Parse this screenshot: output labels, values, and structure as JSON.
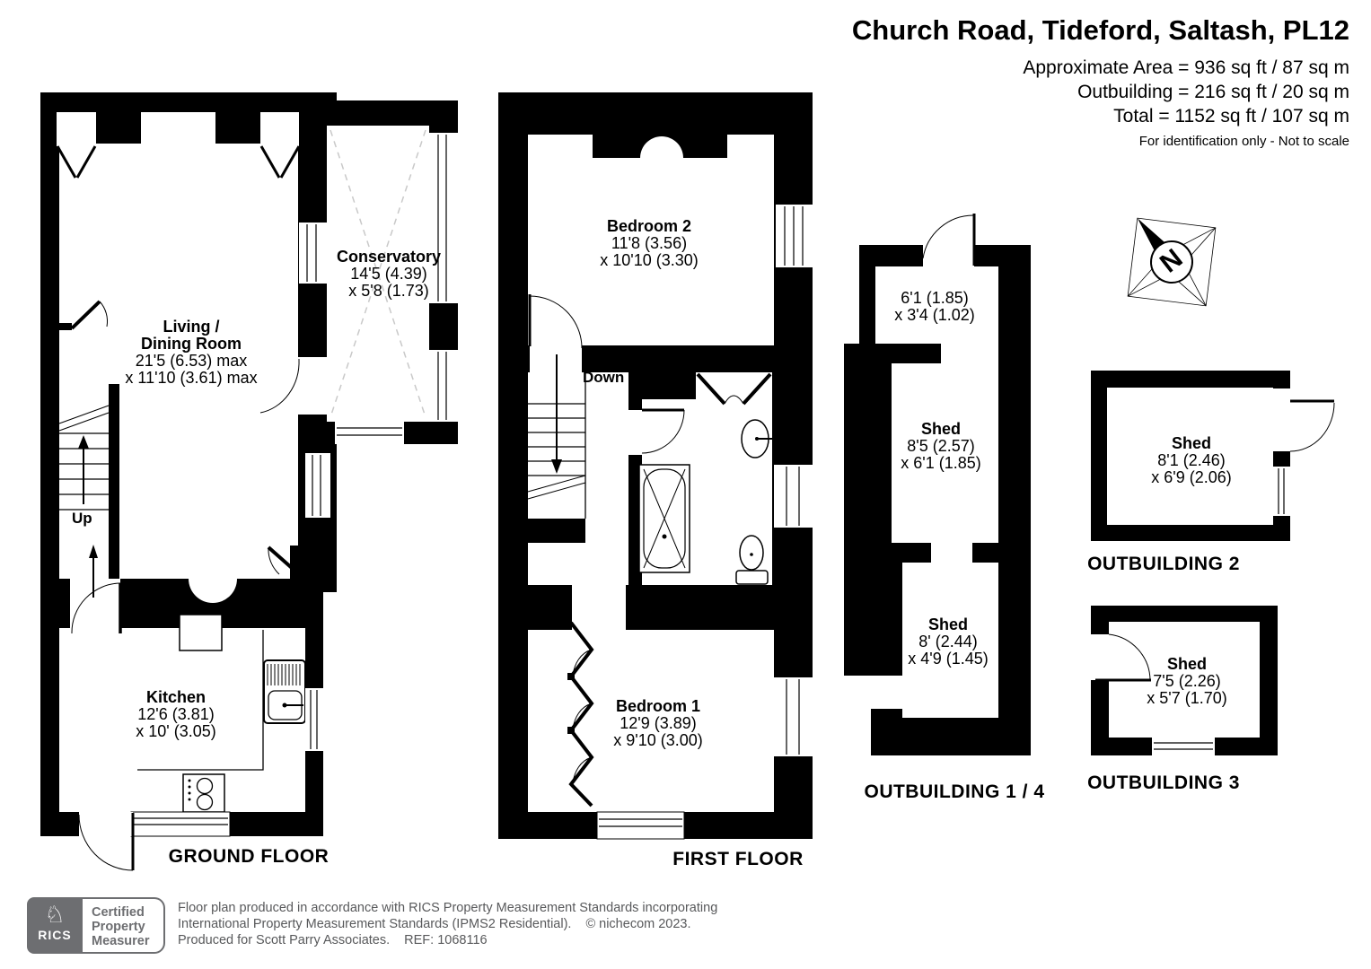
{
  "header": {
    "title": "Church Road, Tideford, Saltash, PL12",
    "area_line1": "Approximate Area = 936 sq ft / 87 sq m",
    "area_line2": "Outbuilding = 216 sq ft / 20 sq m",
    "area_line3": "Total = 1152 sq ft / 107 sq m",
    "note": "For identification only - Not to scale"
  },
  "ground_floor": {
    "floor_label": "GROUND FLOOR",
    "stairs_label": "Up",
    "living": {
      "name_line1": "Living /",
      "name_line2": "Dining Room",
      "dims_line1": "21'5 (6.53) max",
      "dims_line2": "x 11'10 (3.61) max"
    },
    "conservatory": {
      "name": "Conservatory",
      "dims_line1": "14'5 (4.39)",
      "dims_line2": "x 5'8 (1.73)"
    },
    "kitchen": {
      "name": "Kitchen",
      "dims_line1": "12'6 (3.81)",
      "dims_line2": "x 10' (3.05)"
    }
  },
  "first_floor": {
    "floor_label": "FIRST FLOOR",
    "stairs_label": "Down",
    "bedroom2": {
      "name": "Bedroom 2",
      "dims_line1": "11'8 (3.56)",
      "dims_line2": "x 10'10 (3.30)"
    },
    "bedroom1": {
      "name": "Bedroom 1",
      "dims_line1": "12'9 (3.89)",
      "dims_line2": "x 9'10 (3.00)"
    }
  },
  "outbuildings": {
    "group14": {
      "label": "OUTBUILDING 1 / 4",
      "store": {
        "dims_line1": "6'1 (1.85)",
        "dims_line2": "x 3'4 (1.02)"
      },
      "shed_upper": {
        "name": "Shed",
        "dims_line1": "8'5 (2.57)",
        "dims_line2": "x 6'1 (1.85)"
      },
      "shed_lower": {
        "name": "Shed",
        "dims_line1": "8' (2.44)",
        "dims_line2": "x 4'9 (1.45)"
      }
    },
    "group2": {
      "label": "OUTBUILDING 2",
      "shed": {
        "name": "Shed",
        "dims_line1": "8'1 (2.46)",
        "dims_line2": "x 6'9 (2.06)"
      }
    },
    "group3": {
      "label": "OUTBUILDING 3",
      "shed": {
        "name": "Shed",
        "dims_line1": "7'5 (2.26)",
        "dims_line2": "x 5'7 (1.70)"
      }
    }
  },
  "compass": {
    "north_label": "N"
  },
  "footer": {
    "logo_text": "RICS",
    "badge_line1": "Certified",
    "badge_line2": "Property",
    "badge_line3": "Measurer",
    "text_line1": "Floor plan produced in accordance with RICS Property Measurement Standards incorporating",
    "text_line2": "International Property Measurement Standards (IPMS2 Residential).",
    "text_line2_credit": "© nichecom 2023.",
    "text_line3": "Produced for Scott Parry Associates.",
    "text_line3_ref": "REF: 1068116"
  },
  "colors": {
    "wall": "#000000",
    "roof_dash": "#c9c9c9",
    "footer_grey": "#58595b",
    "logo_grey": "#6d6e71"
  }
}
